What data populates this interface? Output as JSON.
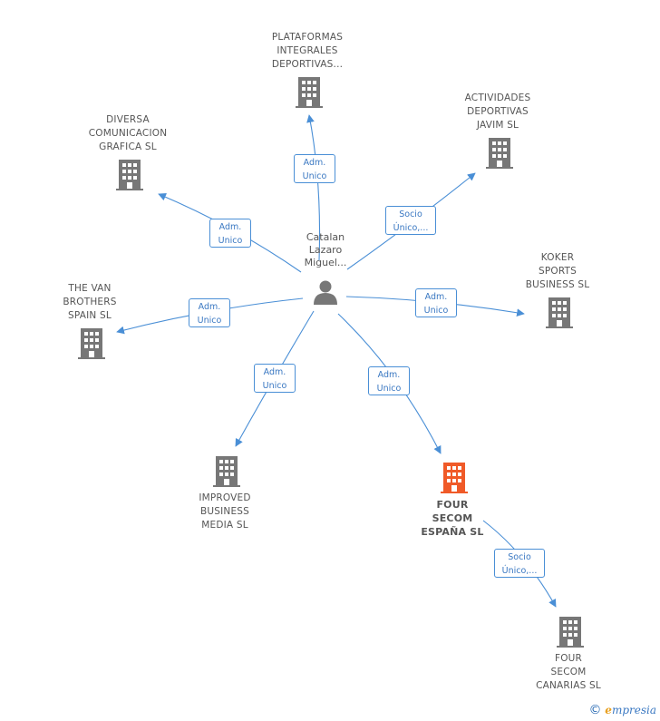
{
  "center": {
    "label": "Catalan\nLazaro\nMiguel...",
    "icon": "person-icon"
  },
  "companies": [
    {
      "id": "plataformas",
      "label": "PLATAFORMAS\nINTEGRALES\nDEPORTIVAS...",
      "icon": "building-icon",
      "highlight": false
    },
    {
      "id": "actividades",
      "label": "ACTIVIDADES\nDEPORTIVAS\nJAVIM SL",
      "icon": "building-icon",
      "highlight": false
    },
    {
      "id": "diversa",
      "label": "DIVERSA\nCOMUNICACION\nGRAFICA SL",
      "icon": "building-icon",
      "highlight": false
    },
    {
      "id": "koker",
      "label": "KOKER\nSPORTS\nBUSINESS SL",
      "icon": "building-icon",
      "highlight": false
    },
    {
      "id": "vanbrothers",
      "label": "THE VAN\nBROTHERS\nSPAIN SL",
      "icon": "building-icon",
      "highlight": false
    },
    {
      "id": "improved",
      "label": "IMPROVED\nBUSINESS\nMEDIA SL",
      "icon": "building-icon",
      "highlight": false
    },
    {
      "id": "foursecom",
      "label": "FOUR\nSECOM\nESPAÑA SL",
      "icon": "building-icon",
      "highlight": true
    },
    {
      "id": "canarias",
      "label": "FOUR\nSECOM\nCANARIAS SL",
      "icon": "building-icon",
      "highlight": false
    }
  ],
  "edges": [
    {
      "id": "e-plataformas",
      "label": "Adm.\nUnico"
    },
    {
      "id": "e-actividades",
      "label": "Socio\nÚnico,..."
    },
    {
      "id": "e-diversa",
      "label": "Adm.\nUnico"
    },
    {
      "id": "e-koker",
      "label": "Adm.\nUnico"
    },
    {
      "id": "e-vanbrothers",
      "label": "Adm.\nUnico"
    },
    {
      "id": "e-improved",
      "label": "Adm.\nUnico"
    },
    {
      "id": "e-foursecom",
      "label": "Adm.\nUnico"
    },
    {
      "id": "e-canarias",
      "label": "Socio\nÚnico,..."
    }
  ],
  "colors": {
    "edge": "#4a8fd6",
    "building": "#777777",
    "highlight": "#f05a28",
    "person": "#777777"
  },
  "footer": {
    "copyright": "©",
    "brand_e": "e",
    "brand_rest": "mpresia"
  }
}
